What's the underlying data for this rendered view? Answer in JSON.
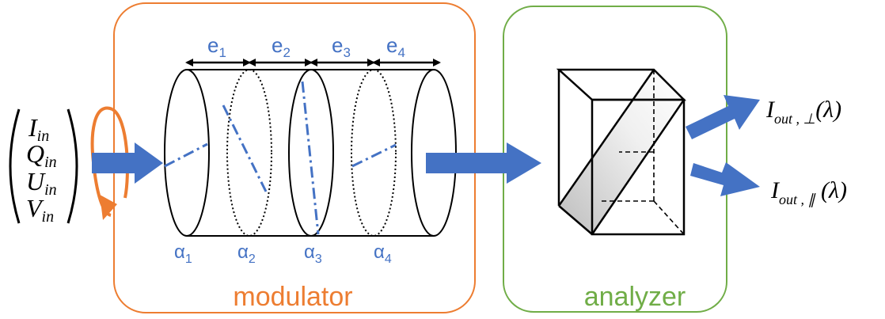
{
  "colors": {
    "modulator": "#ED7D31",
    "analyzer": "#70AD47",
    "arrow": "#4472C4",
    "label_blue": "#4472C4",
    "ink": "#000000"
  },
  "stokes": {
    "I": "I",
    "I_sub": "in",
    "Q": "Q",
    "Q_sub": "in",
    "U": "U",
    "U_sub": "in",
    "V": "V",
    "V_sub": "in"
  },
  "modulator": {
    "label": "modulator",
    "thicknesses": [
      {
        "base": "e",
        "sub": "1"
      },
      {
        "base": "e",
        "sub": "2"
      },
      {
        "base": "e",
        "sub": "3"
      },
      {
        "base": "e",
        "sub": "4"
      }
    ],
    "angles": [
      {
        "base": "α",
        "sub": "1"
      },
      {
        "base": "α",
        "sub": "2"
      },
      {
        "base": "α",
        "sub": "3"
      },
      {
        "base": "α",
        "sub": "4"
      }
    ]
  },
  "analyzer": {
    "label": "analyzer"
  },
  "outputs": {
    "perp": {
      "base": "I",
      "sub": "out , ⊥",
      "tail": "(λ)"
    },
    "par": {
      "base": "I",
      "sub": "out , ∥",
      "tail": " (λ)"
    }
  }
}
